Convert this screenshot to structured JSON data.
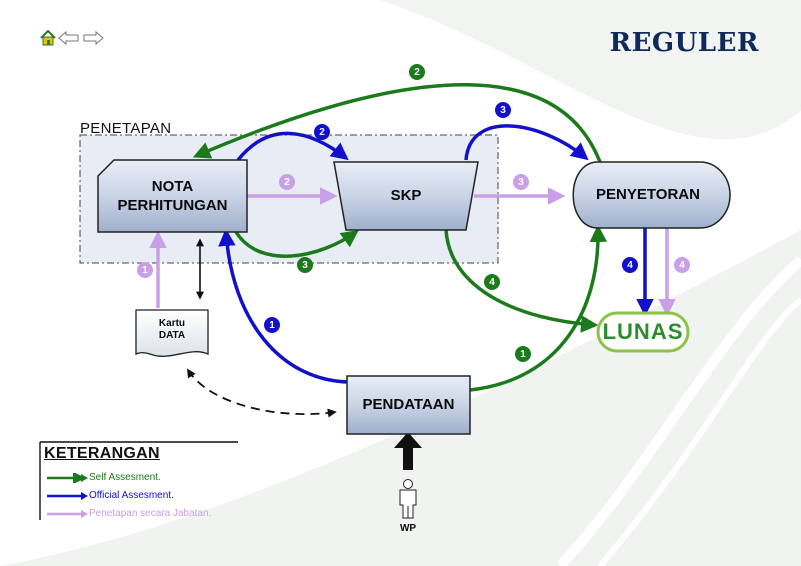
{
  "title": "REGULER",
  "nav": {
    "home": "home-icon",
    "back": "arrow-left-icon",
    "forward": "arrow-right-icon"
  },
  "group_label": "PENETAPAN",
  "nodes": {
    "nota": "NOTA\nPERHITUNGAN",
    "skp": "SKP",
    "penyetoran": "PENYETORAN",
    "lunas": "LUNAS",
    "kartu": "Kartu\nDATA",
    "pendataan": "PENDATAAN",
    "wp": "WP"
  },
  "badges": {
    "green_top": "2",
    "blue_nota_skp": "2",
    "purple_nota_skp": "2",
    "blue_skp_penyetoran": "3",
    "purple_skp_penyetoran": "3",
    "green_nota_skp": "3",
    "purple_kartu_nota": "1",
    "blue_pendataan_nota": "1",
    "green_pendataan_penyetoran": "1",
    "green_skp_lunas": "4",
    "blue_penyetoran_lunas": "4",
    "purple_penyetoran_lunas": "4"
  },
  "legend": {
    "title": "KETERANGAN",
    "items": [
      {
        "label": "Self Assesment.",
        "color": "#1b7a1b"
      },
      {
        "label": "Official Assesment.",
        "color": "#1111cc"
      },
      {
        "label": "Penetapan secara Jabatan.",
        "color": "#c9a0e8"
      }
    ]
  },
  "colors": {
    "green": "#1b7a1b",
    "blue": "#1111cc",
    "purple": "#c9a0e8",
    "title": "#0f2a5a",
    "lunas": "#2e8b2e"
  }
}
